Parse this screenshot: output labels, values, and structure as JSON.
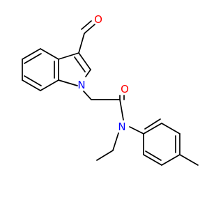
{
  "molecule": {
    "colors": {
      "bond": "#000000",
      "carbon": "#000000",
      "oxygen": "#ff0000",
      "nitrogen": "#0000ff",
      "background": "#ffffff"
    },
    "labels": {
      "aldehyde_oxygen": "O",
      "indole_nitrogen": "N",
      "amide_oxygen": "O",
      "amide_nitrogen": "N"
    }
  }
}
